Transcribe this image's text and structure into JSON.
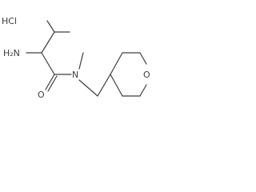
{
  "structure": {
    "salt_label": "HCl",
    "amine_label": "H₂N",
    "carbonyl_oxygen_label": "O",
    "amide_nitrogen_label": "N",
    "ring_oxygen_label": "O"
  }
}
